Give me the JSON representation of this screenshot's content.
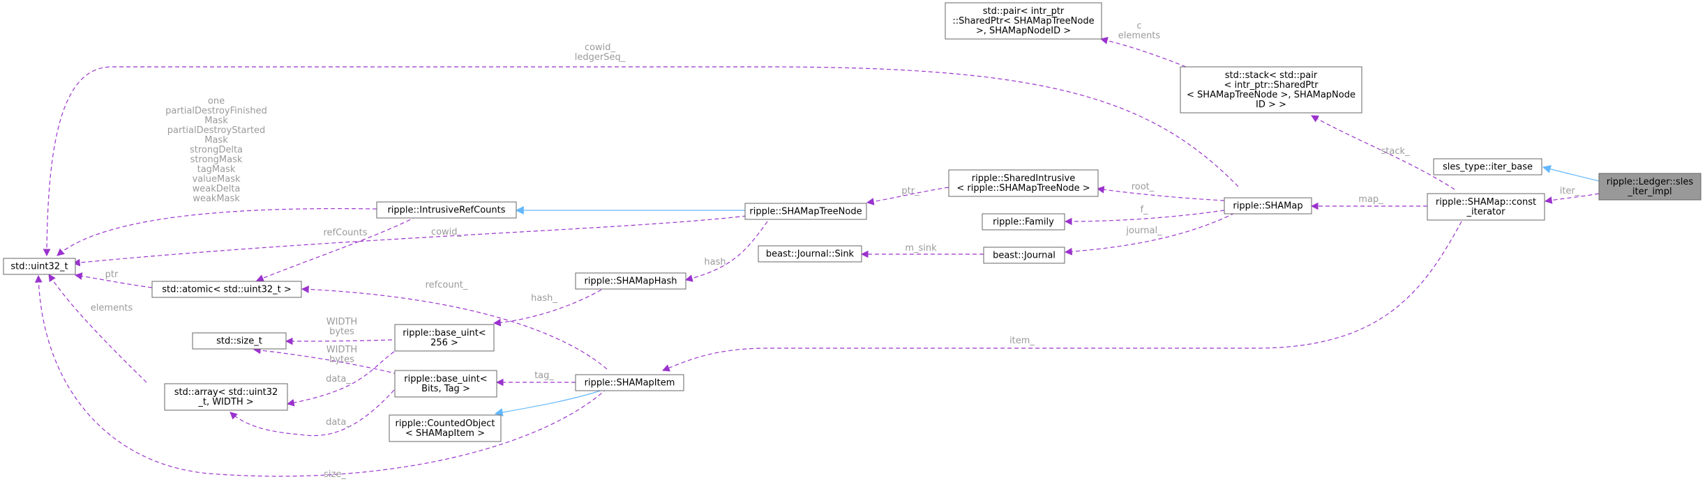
{
  "nodes": {
    "uint32": [
      "std::uint32_t"
    ],
    "atomic": [
      "std::atomic< std::uint32_t >"
    ],
    "size_t": [
      "std::size_t"
    ],
    "array": [
      "std::array< std::uint32",
      "_t, WIDTH >"
    ],
    "refcounts": [
      "ripple::IntrusiveRefCounts"
    ],
    "base256": [
      "ripple::base_uint<",
      "256 >"
    ],
    "basebits": [
      "ripple::base_uint<",
      "Bits, Tag >"
    ],
    "counted": [
      "ripple::CountedObject",
      "< SHAMapItem >"
    ],
    "hash": [
      "ripple::SHAMapHash"
    ],
    "treenode": [
      "ripple::SHAMapTreeNode"
    ],
    "item": [
      "ripple::SHAMapItem"
    ],
    "pair": [
      "std::pair< intr_ptr",
      "::SharedPtr< SHAMapTreeNode",
      ">, SHAMapNodeID >"
    ],
    "shared": [
      "ripple::SharedIntrusive",
      "< ripple::SHAMapTreeNode >"
    ],
    "family": [
      "ripple::Family"
    ],
    "sink": [
      "beast::Journal::Sink"
    ],
    "journal": [
      "beast::Journal"
    ],
    "shamap": [
      "ripple::SHAMap"
    ],
    "stack": [
      "std::stack< std::pair",
      "< intr_ptr::SharedPtr",
      "< SHAMapTreeNode >, SHAMapNode",
      "ID > >"
    ],
    "iterbase": [
      "sles_type::iter_base"
    ],
    "constiter": [
      "ripple::SHAMap::const",
      "_iterator"
    ],
    "sles": [
      "ripple::Ledger::sles",
      "_iter_impl"
    ]
  },
  "edge_labels": {
    "refcounts_masks": [
      "one",
      "partialDestroyFinished",
      "Mask",
      "partialDestroyStarted",
      "Mask",
      "strongDelta",
      "strongMask",
      "tagMask",
      "valueMask",
      "weakDelta",
      "weakMask"
    ],
    "cowid_ledgerseq": [
      "cowid_",
      "ledgerSeq_"
    ],
    "ptr_atomic": [
      "ptr"
    ],
    "elements_array": [
      "elements"
    ],
    "size_item": [
      "size_"
    ],
    "refcounts_label": [
      "refCounts"
    ],
    "cowid_tree": [
      "cowid_"
    ],
    "refcount_item": [
      "refcount_"
    ],
    "width_bytes_256": [
      "WIDTH",
      "bytes"
    ],
    "width_bytes_bits": [
      "WIDTH",
      "bytes"
    ],
    "data_256": [
      "data_"
    ],
    "data_bits": [
      "data_"
    ],
    "hash_item": [
      "hash_"
    ],
    "hash_tree": [
      "hash"
    ],
    "tag_item": [
      "tag_"
    ],
    "ptr_shared": [
      "ptr_"
    ],
    "root": [
      "root_"
    ],
    "f": [
      "f_"
    ],
    "journal": [
      "journal_"
    ],
    "m_sink": [
      "m_sink"
    ],
    "c_elements": [
      "c",
      "elements"
    ],
    "stack": [
      "stack_"
    ],
    "map": [
      "map_"
    ],
    "item": [
      "item_"
    ],
    "iter": [
      "iter_"
    ]
  }
}
